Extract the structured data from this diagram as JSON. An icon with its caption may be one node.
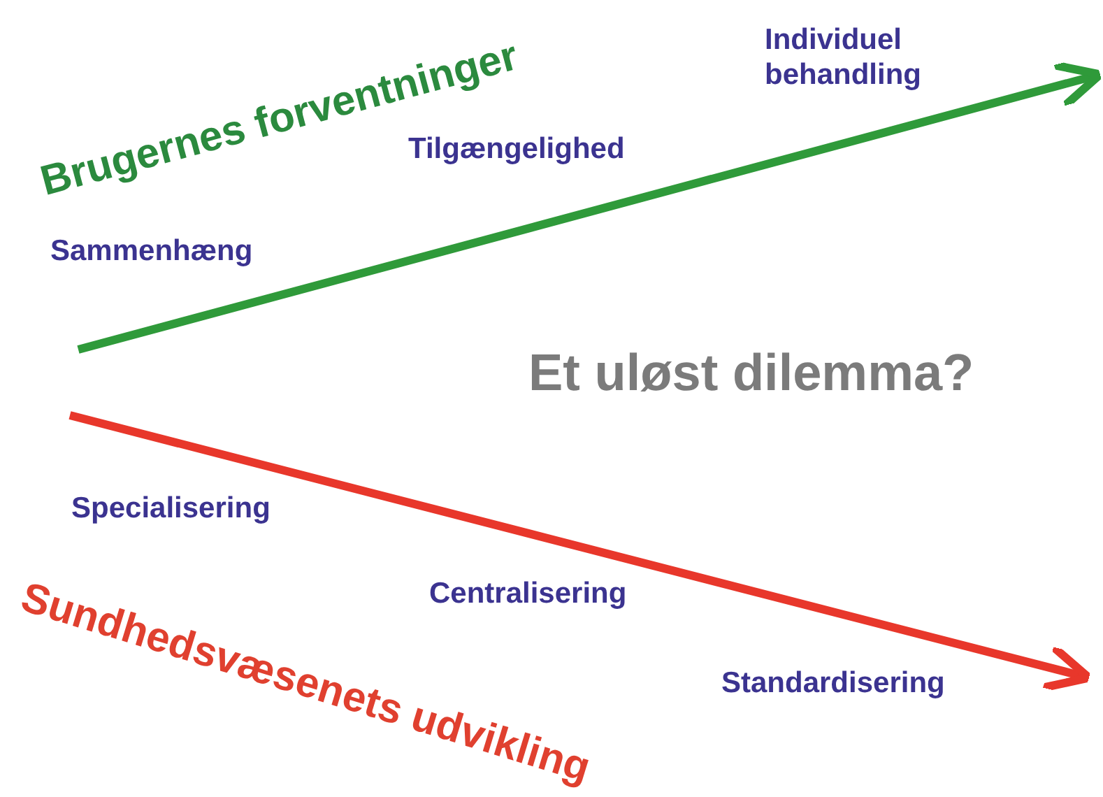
{
  "diagram": {
    "title": "Et uløst dilemma?",
    "labels": [
      "Individuel behandling",
      "Brugernes forventninger",
      "Tilgængelighed",
      "Sammenhæng",
      "Specialisering",
      "Sundhedsvæsenets udvikling",
      "Centralisering",
      "Standardisering"
    ]
  }
}
